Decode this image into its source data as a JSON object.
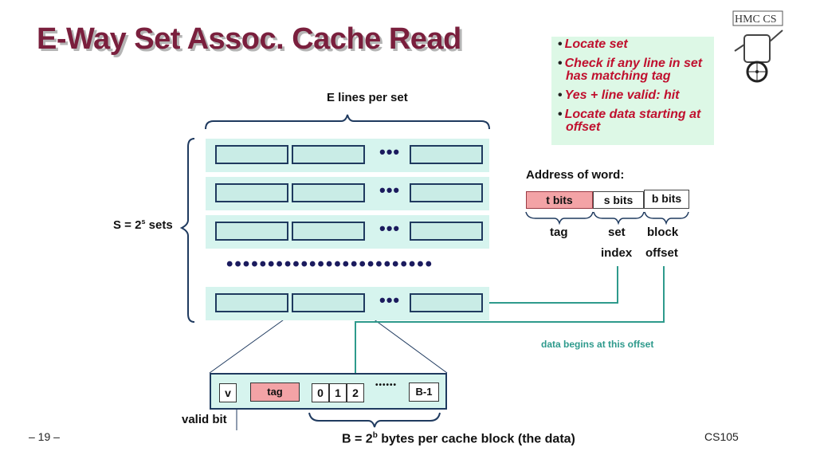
{
  "title": "E-Way Set Assoc. Cache Read",
  "bullets": [
    "Locate set",
    "Check if any line in set has matching tag",
    "Yes + line valid: hit",
    "Locate data starting at offset"
  ],
  "logo": {
    "text": "HMC CS"
  },
  "e_lines_label": "E lines per set",
  "sets_label": {
    "prefix": "S = 2",
    "sup": "s",
    "suffix": " sets"
  },
  "dots_short": "•••",
  "dots_long": "•••••••••••••••••••••••••",
  "address": {
    "title": "Address of word:",
    "t_bits": "t bits",
    "s_bits": "s bits",
    "b_bits": "b bits",
    "tag_label": "tag",
    "set_label": "set",
    "index_label": "index",
    "block_label": "block",
    "offset_label": "offset"
  },
  "data_note": "data begins at this offset",
  "line_detail": {
    "v": "v",
    "tag": "tag",
    "cells": [
      "0",
      "1",
      "2"
    ],
    "dots": "••••••",
    "last": "B-1"
  },
  "valid_bit_label": "valid bit",
  "bytes_label": {
    "prefix": "B = 2",
    "sup": "b",
    "suffix": " bytes per cache block (the data)"
  },
  "page_number": "– 19 –",
  "course": "CS105",
  "colors": {
    "title": "#7a1f3d",
    "bullet_text": "#c0102e",
    "arrow": "#2e9a8c",
    "tag_fill": "#f3a3a6",
    "set_bg": "#d6f4ee"
  }
}
